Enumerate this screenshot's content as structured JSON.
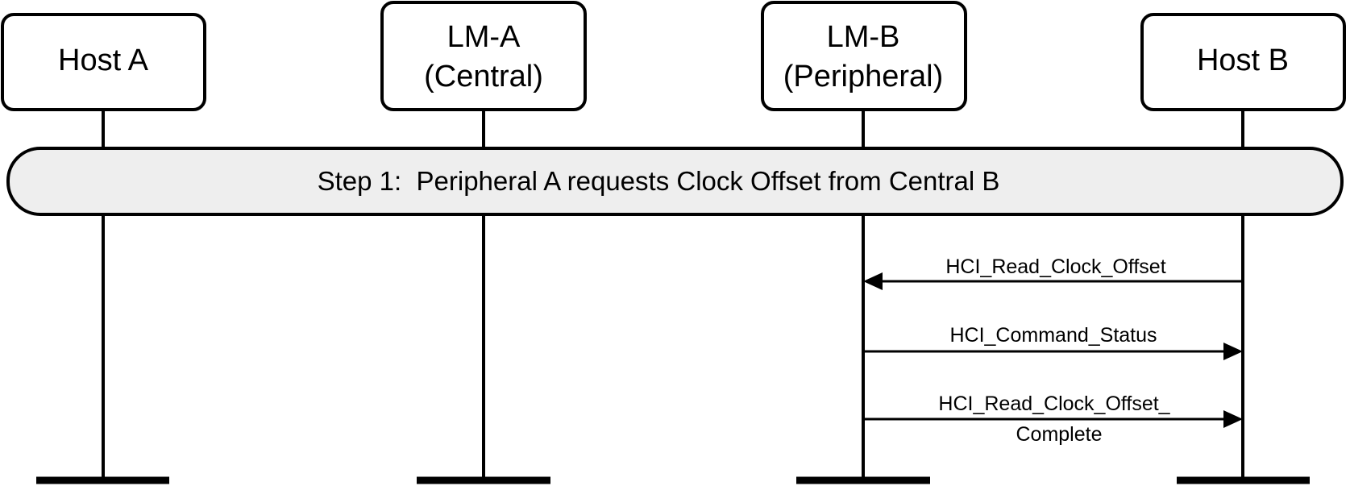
{
  "actors": [
    {
      "id": "host-a",
      "lines": [
        "Host A"
      ]
    },
    {
      "id": "lm-a",
      "lines": [
        "LM-A",
        "(Central)"
      ]
    },
    {
      "id": "lm-b",
      "lines": [
        "LM-B",
        "(Peripheral)"
      ]
    },
    {
      "id": "host-b",
      "lines": [
        "Host B"
      ]
    }
  ],
  "step": {
    "label": "Step 1:  Peripheral A requests Clock Offset from Central B"
  },
  "messages": [
    {
      "from": "host-b",
      "to": "lm-b",
      "lines": [
        "HCI_Read_Clock_Offset"
      ]
    },
    {
      "from": "lm-b",
      "to": "host-b",
      "lines": [
        "HCI_Command_Status"
      ]
    },
    {
      "from": "lm-b",
      "to": "host-b",
      "lines": [
        "HCI_Read_Clock_Offset_",
        "Complete"
      ]
    }
  ]
}
